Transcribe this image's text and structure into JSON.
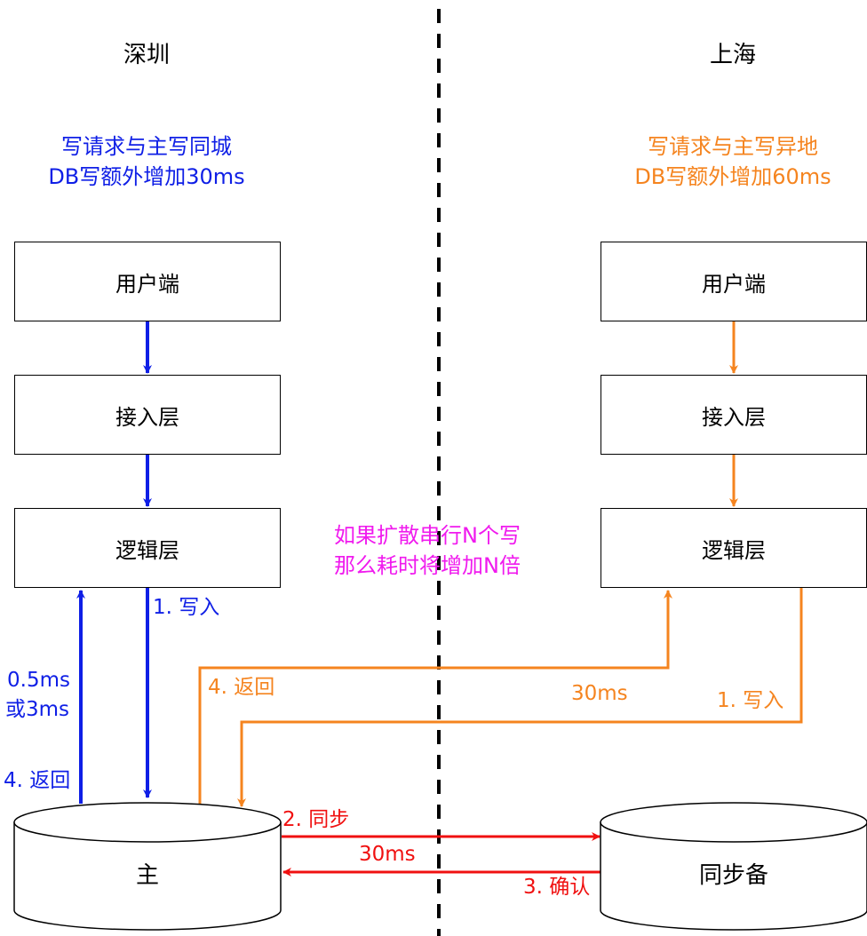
{
  "regions": {
    "left": {
      "name": "深圳",
      "desc_line1": "写请求与主写同城",
      "desc_line2": "DB写额外增加30ms"
    },
    "right": {
      "name": "上海",
      "desc_line1": "写请求与主写异地",
      "desc_line2": "DB写额外增加60ms"
    }
  },
  "nodes": {
    "left_client": "用户端",
    "left_access": "接入层",
    "left_logic": "逻辑层",
    "right_client": "用户端",
    "right_access": "接入层",
    "right_logic": "逻辑层",
    "primary_db": "主",
    "sync_db": "同步备"
  },
  "center_note": {
    "line1": "如果扩散串行N个写",
    "line2": "那么耗时将增加N倍"
  },
  "edges": {
    "left_write": "1. 写入",
    "left_latency_line1": "0.5ms",
    "left_latency_line2": "或3ms",
    "left_return": "4. 返回",
    "orange_return": "4. 返回",
    "orange_latency": "30ms",
    "orange_write": "1. 写入",
    "sync": "2. 同步",
    "sync_latency": "30ms",
    "confirm": "3. 确认"
  },
  "colors": {
    "blue": "#0f1fe6",
    "orange": "#f5841f",
    "red": "#f01010",
    "magenta": "#f01aee",
    "divider": "#000000"
  }
}
